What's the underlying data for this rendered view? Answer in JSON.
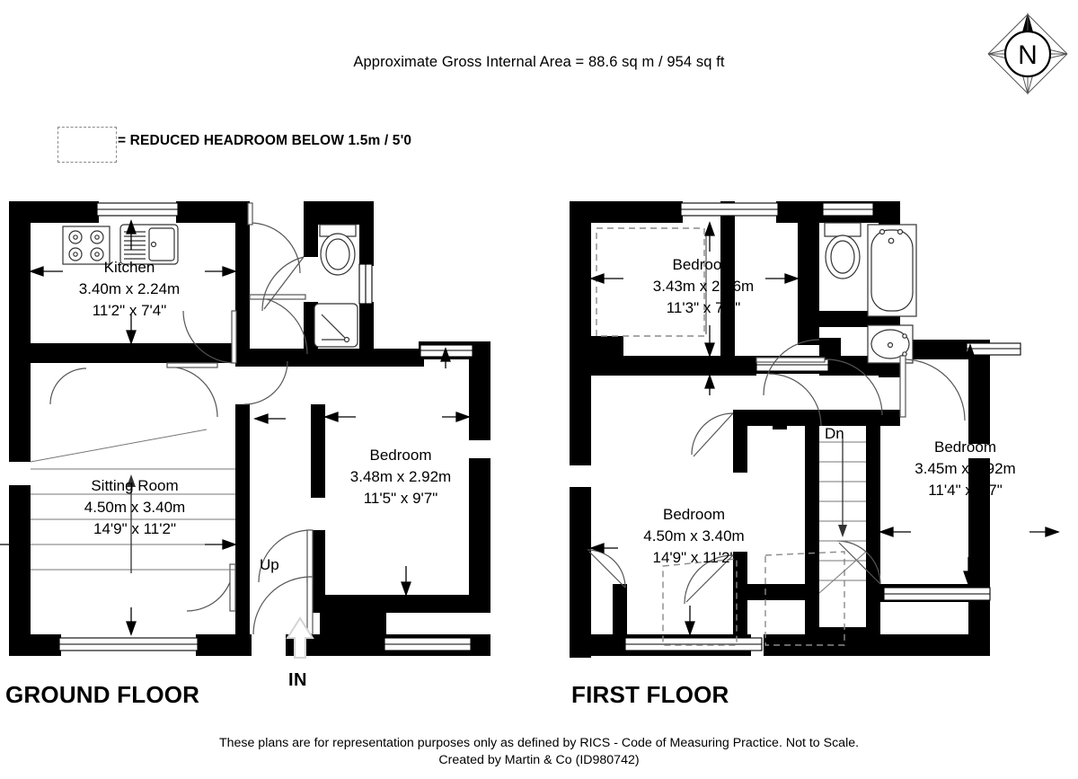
{
  "header": {
    "area_note": "Approximate Gross Internal Area = 88.6 sq m / 954 sq ft"
  },
  "legend": {
    "swatch_icon": "dashed-rectangle-icon",
    "text": "= REDUCED HEADROOM BELOW 1.5m / 5'0"
  },
  "compass": {
    "icon": "compass-rose-icon",
    "label": "N"
  },
  "floors": [
    {
      "id": "ground",
      "title": "GROUND FLOOR",
      "rooms": [
        {
          "name": "Kitchen",
          "metric": "3.40m x 2.24m",
          "imperial": "11'2\" x 7'4\""
        },
        {
          "name": "Sitting Room",
          "metric": "4.50m x 3.40m",
          "imperial": "14'9\" x 11'2\""
        },
        {
          "name": "Bedroom",
          "metric": "3.48m x 2.92m",
          "imperial": "11'5\" x 9'7\""
        }
      ],
      "markers": [
        {
          "name": "stair-direction",
          "label": "Up"
        },
        {
          "name": "entrance",
          "label": "IN"
        }
      ]
    },
    {
      "id": "first",
      "title": "FIRST FLOOR",
      "rooms": [
        {
          "name": "Bedroom",
          "metric": "3.43m x 2.26m",
          "imperial": "11'3\" x 7'5\""
        },
        {
          "name": "Bedroom",
          "metric": "4.50m x 3.40m",
          "imperial": "14'9\" x 11'2\""
        },
        {
          "name": "Bedroom",
          "metric": "3.45m x 2.92m",
          "imperial": "11'4\" x 9'7\""
        }
      ],
      "markers": [
        {
          "name": "stair-direction",
          "label": "Dn"
        }
      ]
    }
  ],
  "footer": {
    "line1": "These plans are for representation purposes only as defined by RICS - Code of Measuring Practice. Not to Scale.",
    "line2": "Created by Martin & Co (ID980742)"
  },
  "colors": {
    "wall": "#000000",
    "background": "#ffffff",
    "fixture_stroke": "#4a4a4a",
    "dashed_stroke": "#8a8a8a",
    "entrance_arrow": "#d0d0d0"
  }
}
